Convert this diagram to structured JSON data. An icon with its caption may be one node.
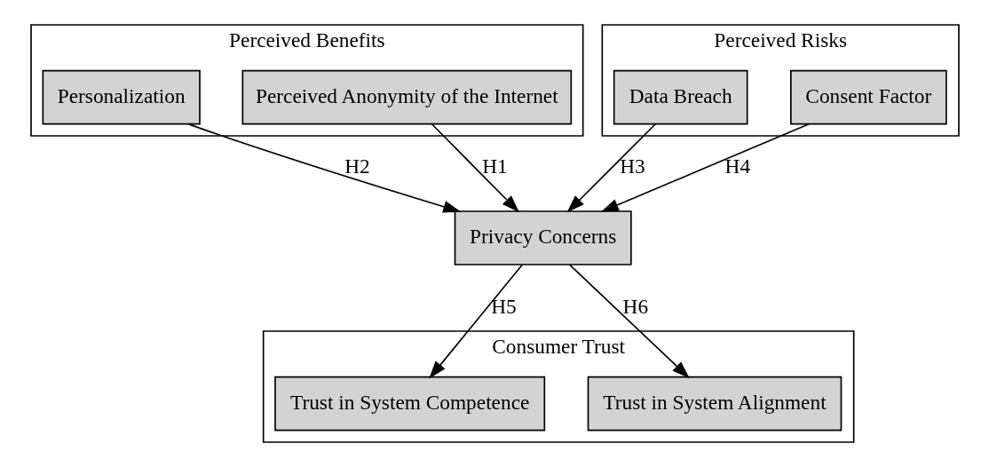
{
  "diagram": {
    "nodes": [
      {
        "text": [
          "Perceived Benefits"
        ]
      },
      {
        "text": [
          "Personalization"
        ],
        "in": 0
      },
      {
        "text": [
          "Perceived Anonymity of the Internet"
        ],
        "in": 0
      },
      {
        "text": [
          "Perceived Risks"
        ]
      },
      {
        "text": [
          "Data Breach"
        ],
        "in": 3
      },
      {
        "text": [
          "Consent Factor"
        ],
        "in": 3
      },
      {
        "text": [
          "Privacy Concerns"
        ]
      },
      {
        "text": [
          "Consumer Trust"
        ]
      },
      {
        "text": [
          "Trust in System Competence"
        ],
        "in": 7
      },
      {
        "text": [
          "Trust in System Alignment"
        ],
        "in": 7
      }
    ],
    "edges": [
      {
        "from": 1,
        "to": 6,
        "arrow": "to",
        "label": "H2"
      },
      {
        "from": 2,
        "to": 6,
        "arrow": "to",
        "label": "H1"
      },
      {
        "from": 4,
        "to": 6,
        "arrow": "to",
        "label": "H3"
      },
      {
        "from": 5,
        "to": 6,
        "arrow": "to",
        "label": "H4"
      },
      {
        "from": 6,
        "to": 8,
        "arrow": "to",
        "label": "H5"
      },
      {
        "from": 6,
        "to": 9,
        "arrow": "to",
        "label": "H6"
      }
    ]
  }
}
